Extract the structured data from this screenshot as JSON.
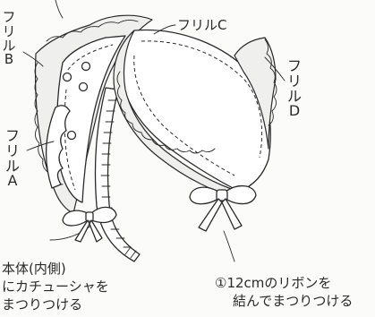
{
  "labels": {
    "frill_b": "フリルB",
    "frill_c": "フリルC",
    "frill_d": "フリルD",
    "frill_a": "フリルA",
    "body_note": [
      "本体(内側)",
      "にカチューシャを",
      "まつりつける"
    ],
    "ribbon_note": [
      "①12cmのリボンを",
      "結んでまつりつける"
    ]
  }
}
